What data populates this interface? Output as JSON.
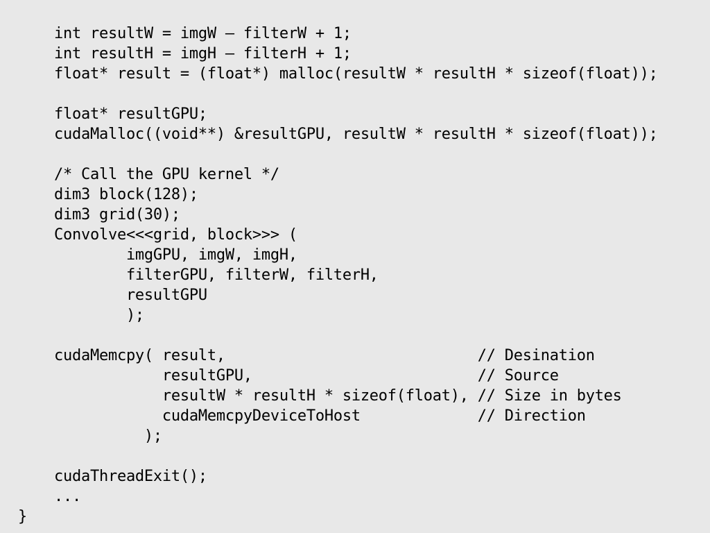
{
  "colors": {
    "background": "#e8e8e8",
    "text": "#000000"
  },
  "code": {
    "lines": [
      "    int resultW = imgW – filterW + 1;",
      "    int resultH = imgH – filterH + 1;",
      "    float* result = (float*) malloc(resultW * resultH * sizeof(float));",
      "",
      "    float* resultGPU;",
      "    cudaMalloc((void**) &resultGPU, resultW * resultH * sizeof(float));",
      "",
      "    /* Call the GPU kernel */",
      "    dim3 block(128);",
      "    dim3 grid(30);",
      "    Convolve<<<grid, block>>> (",
      "            imgGPU, imgW, imgH,",
      "            filterGPU, filterW, filterH,",
      "            resultGPU",
      "            );",
      "",
      "    cudaMemcpy( result,                            // Desination",
      "                resultGPU,                         // Source",
      "                resultW * resultH * sizeof(float), // Size in bytes",
      "                cudaMemcpyDeviceToHost             // Direction",
      "              );",
      "",
      "    cudaThreadExit();",
      "    ...",
      "}"
    ]
  }
}
